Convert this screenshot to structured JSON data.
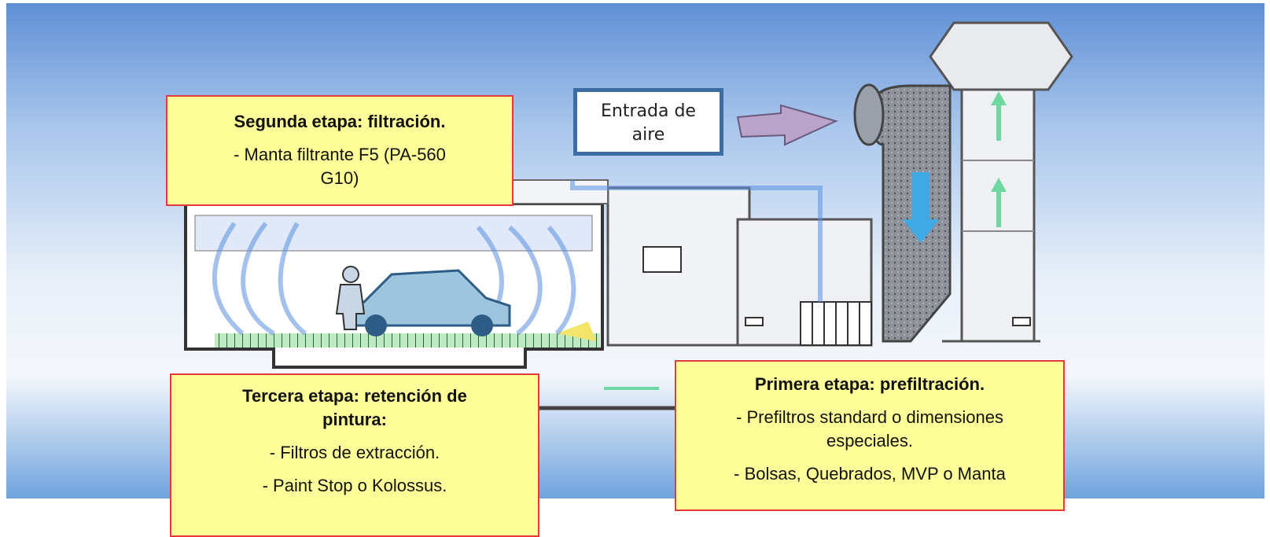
{
  "air_inlet": {
    "line1": "Entrada de",
    "line2": "aire"
  },
  "stage2": {
    "title": "Segunda etapa: filtración.",
    "items": [
      "- Manta filtrante F5 (PA-560",
      "G10)"
    ]
  },
  "stage3": {
    "title_line1": "Tercera etapa: retención de",
    "title_line2": "pintura:",
    "items": [
      "- Filtros de extracción.",
      "- Paint Stop o Kolossus."
    ]
  },
  "stage1": {
    "title": "Primera etapa: prefiltración.",
    "items": [
      "- Prefiltros standard o dimensiones",
      "especiales.",
      "- Bolsas, Quebrados, MVP o Manta"
    ]
  },
  "colors": {
    "callout_fill": "#ffff99",
    "callout_border": "#e23a3a",
    "air_box_border": "#3a6ea5",
    "airflow": "#5a8fe0",
    "clean_air_arrow": "#6fd8a0"
  },
  "icons": [
    "painter-figure",
    "car",
    "airflow-lines",
    "air-inlet-arrow",
    "down-arrow",
    "up-arrow",
    "control-panel"
  ]
}
